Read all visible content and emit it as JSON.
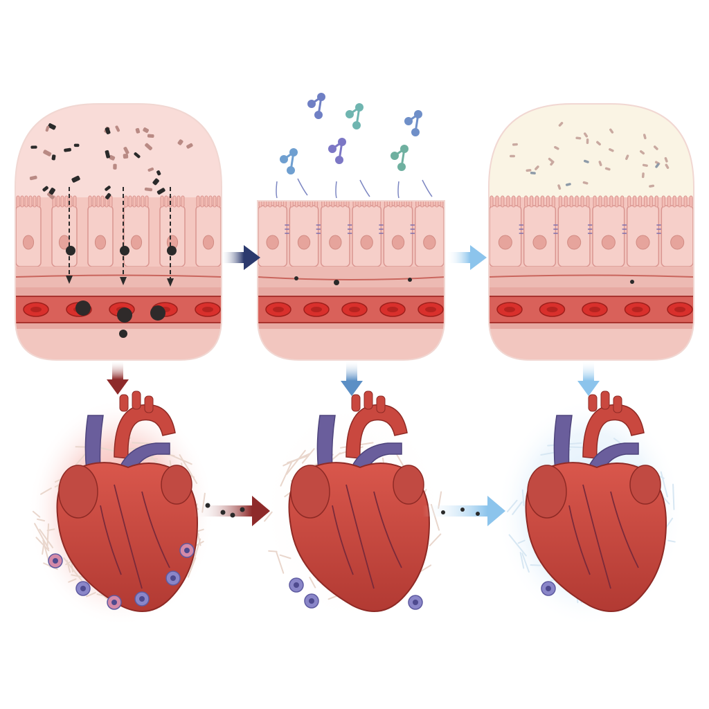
{
  "diagram": {
    "panels": [
      {
        "id": "stage-1",
        "gut_state": "leaky-barrier",
        "lumen_tint": "#f9dcd8",
        "particles": "dark-toxins",
        "particle_color": "#2a2a2a",
        "heart_state": "inflamed",
        "heart_glow": "#e8483f",
        "connector_color": "#8e2a2a"
      },
      {
        "id": "stage-2",
        "gut_state": "sealing-barrier",
        "lumen_tint": "#ffffff",
        "particles": "molecules",
        "particle_color": "#6f7fc4",
        "heart_state": "recovering",
        "heart_glow": "#f5e2de",
        "connector_color": "#5b8fc5"
      },
      {
        "id": "stage-3",
        "gut_state": "intact-barrier",
        "lumen_tint": "#faf4e4",
        "particles": "commensal-bacteria",
        "particle_color": "#b9a6a0",
        "heart_state": "healthy",
        "heart_glow": "#cfe6f7",
        "connector_color": "#8cc4ec"
      }
    ],
    "colors": {
      "epithelium": "#f4c7c0",
      "epithelium_outline": "#d99590",
      "mucosa": "#e7a9a2",
      "vessel": "#c8463f",
      "red_cell": "#d9302c",
      "heart_muscle": "#c9483f",
      "heart_vein": "#6a5e9c",
      "immune_cell": "#8a86c8",
      "fibrosis": "#e9d6cc"
    }
  }
}
